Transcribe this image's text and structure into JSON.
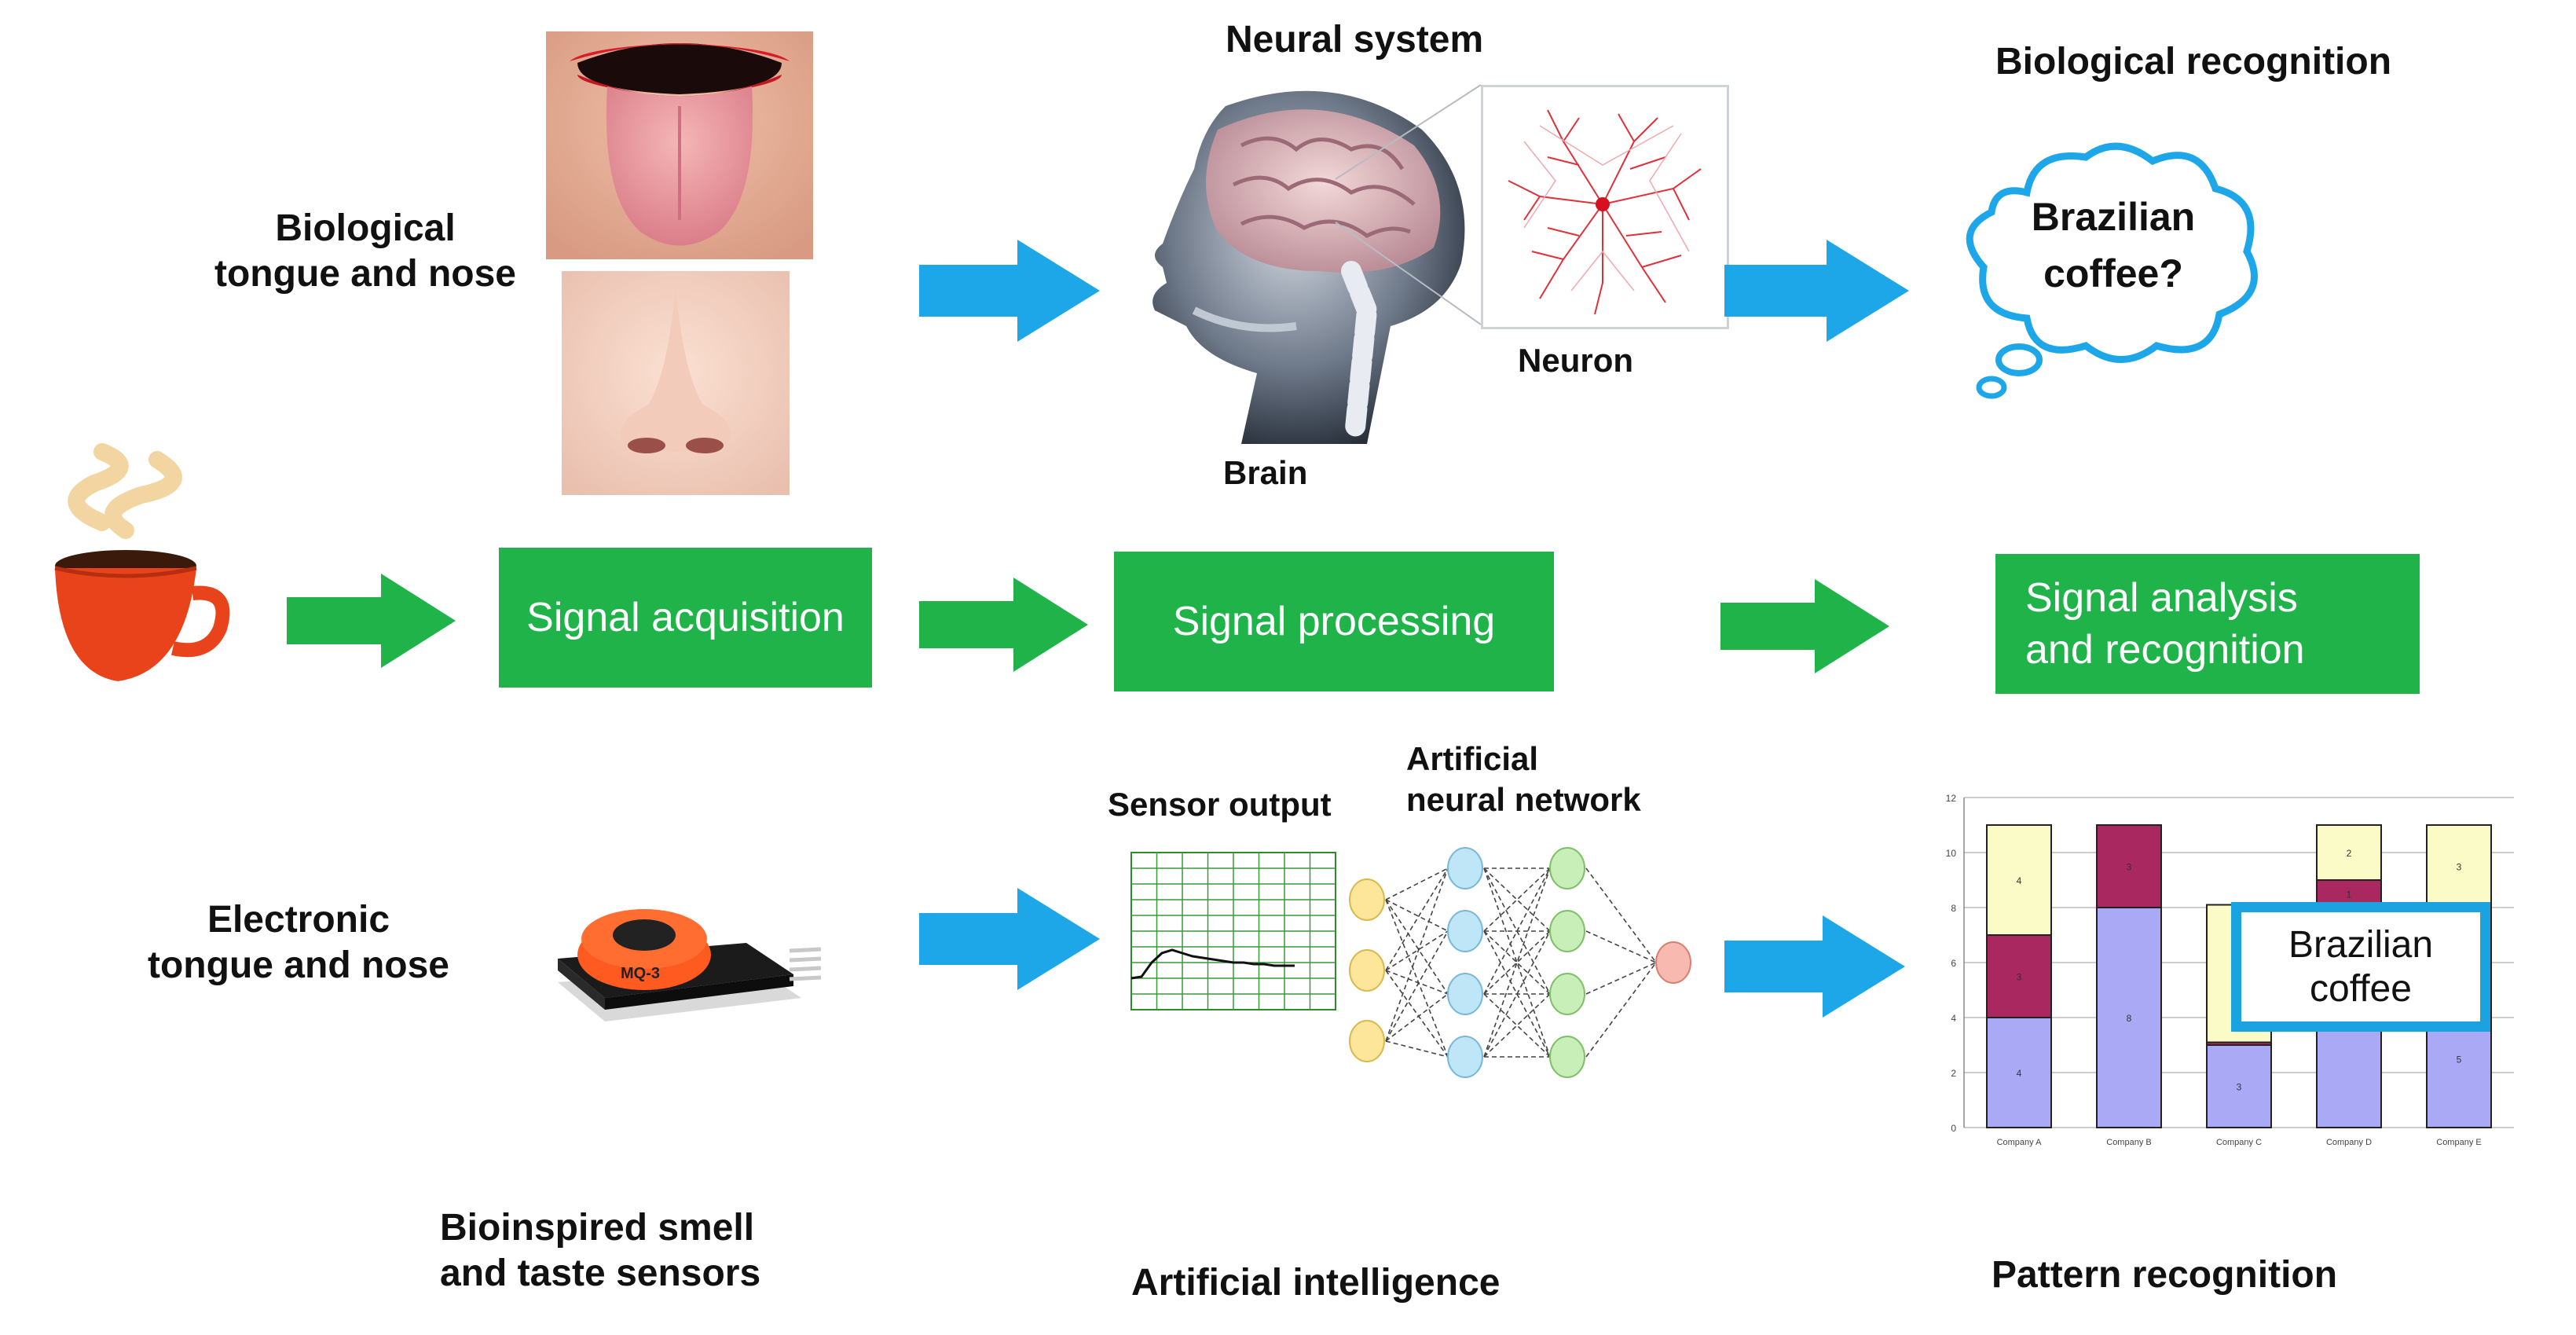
{
  "labels": {
    "bio_tongue_nose": [
      "Biological",
      "tongue  and nose"
    ],
    "neural_system": "Neural system",
    "brain": "Brain",
    "neuron": "Neuron",
    "bio_recognition": "Biological recognition",
    "thought_bubble": [
      "Brazilian",
      "coffee?"
    ],
    "electronic_tongue_nose": [
      "Electronic",
      "tongue  and nose"
    ],
    "sensor_output": "Sensor output",
    "ann": [
      "Artificial",
      "neural network"
    ],
    "bioinspired": [
      "Bioinspired smell",
      "and taste sensors"
    ],
    "ai": "Artificial intelligence",
    "pattern_recognition": "Pattern recognition",
    "result_box": [
      "Brazilian",
      "coffee"
    ],
    "sensor_module": "MQ-3"
  },
  "process_boxes": {
    "acquisition": [
      "Signal acquisition"
    ],
    "processing": [
      "Signal processing"
    ],
    "analysis": [
      "Signal analysis",
      "and recognition"
    ]
  },
  "colors": {
    "process_green": "#1fb34a",
    "arrow_blue": "#1ea7e8",
    "bubble_blue": "#1ea7e8",
    "result_border": "#1aa3e0"
  },
  "icons": [
    "coffee-cup-icon",
    "tongue-photo",
    "nose-photo",
    "brain-xray-image",
    "neuron-image",
    "gas-sensor-image",
    "thought-bubble-icon"
  ],
  "chart_data": [
    {
      "type": "line",
      "title": "",
      "xlabel": "",
      "ylabel": "",
      "x": [
        0,
        5,
        10,
        15,
        20,
        25,
        30,
        35,
        40,
        45,
        50,
        55,
        60,
        65,
        70,
        75,
        80
      ],
      "series": [
        {
          "values": [
            2.0,
            2.1,
            3.0,
            3.6,
            3.8,
            3.6,
            3.4,
            3.3,
            3.2,
            3.1,
            3.0,
            3.0,
            2.9,
            2.9,
            2.8,
            2.8,
            2.8
          ]
        }
      ],
      "xlim": [
        0,
        100
      ],
      "ylim": [
        0,
        10
      ],
      "grid": true
    },
    {
      "type": "bar",
      "stacked": true,
      "title": "",
      "categories": [
        "Company A",
        "Company B",
        "Company C",
        "Company D",
        "Company E"
      ],
      "series": [
        {
          "values": [
            4,
            8,
            3,
            8,
            5
          ],
          "color": "#a9a9f5"
        },
        {
          "values": [
            3,
            3,
            0.1,
            1,
            3
          ],
          "color": "#a8285f"
        },
        {
          "values": [
            4,
            0,
            5,
            2,
            3
          ],
          "color": "#fbfbc8"
        }
      ],
      "ylim": [
        0,
        12
      ],
      "yticks": [
        0,
        2,
        4,
        6,
        8,
        10,
        12
      ],
      "segment_labels": [
        [
          "4",
          "3",
          "4"
        ],
        [
          "8",
          "3",
          ""
        ],
        [
          "3",
          "",
          "5"
        ],
        [
          "8",
          "1",
          "2"
        ],
        [
          "5",
          "3",
          "3"
        ]
      ],
      "grid": true
    }
  ]
}
